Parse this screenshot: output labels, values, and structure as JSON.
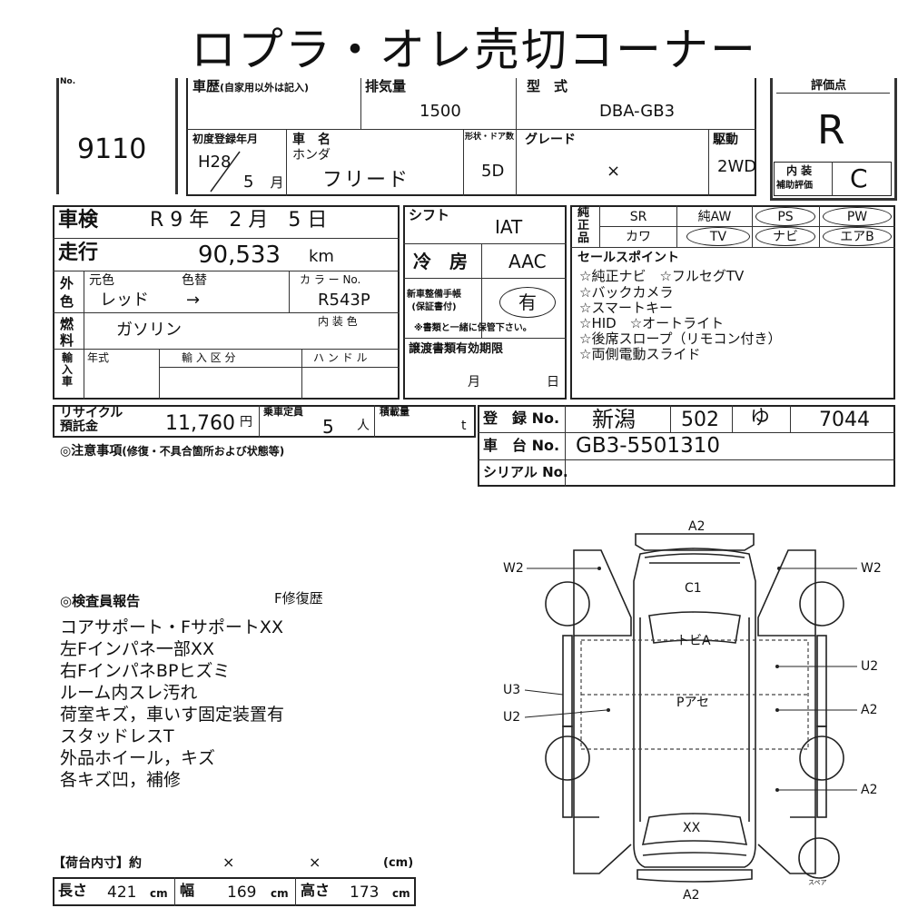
{
  "title": "ロプラ・オレ売切コーナー",
  "no": {
    "label": "No.",
    "value": "9110"
  },
  "history": {
    "label": "車歴",
    "sub": "(自家用以外は記入)"
  },
  "displacement": {
    "label": "排気量",
    "value": "1500"
  },
  "model": {
    "label": "型　式",
    "value": "DBA-GB3"
  },
  "rating": {
    "label": "評価点",
    "value": "R",
    "interior_label1": "内 装",
    "interior_label2": "補助評価",
    "interior_value": "C"
  },
  "first_reg": {
    "label": "初度登録年月",
    "year": "H28",
    "month": "5",
    "month_unit": "月"
  },
  "car_name": {
    "label": "車　名",
    "maker": "ホンダ",
    "name": "フリード"
  },
  "shape": {
    "label": "形状・ドア数",
    "value": "5D"
  },
  "grade": {
    "label": "グレード",
    "value": "×"
  },
  "drive": {
    "label": "駆動",
    "value": "2WD"
  },
  "inspection": {
    "label": "車検",
    "era": "R",
    "year": "9",
    "year_unit": "年",
    "month": "2",
    "month_unit": "月",
    "day": "5",
    "day_unit": "日"
  },
  "shift": {
    "label": "シフト",
    "value": "IAT"
  },
  "equipment": {
    "label1": "純",
    "label2": "正",
    "label3": "品",
    "items": [
      "SR",
      "純AW",
      "PS",
      "PW",
      "カワ",
      "TV",
      "ナビ",
      "エアB"
    ]
  },
  "mileage": {
    "label": "走行",
    "value": "90,533",
    "unit": "km"
  },
  "aircon": {
    "label": "冷　房",
    "value": "AAC"
  },
  "sales_points": {
    "label": "セールスポイント",
    "lines": [
      "☆純正ナビ　☆フルセグTV",
      "☆バックカメラ",
      "☆スマートキー",
      "☆HID　☆オートライト",
      "☆後席スロープ（リモコン付き）",
      "☆両側電動スライド"
    ]
  },
  "color": {
    "label1": "外",
    "label2": "色",
    "orig_label": "元色",
    "change_label": "色替",
    "orig": "レッド",
    "arrow": "→",
    "code_label": "カ ラ ー No.",
    "code": "R543P"
  },
  "manual": {
    "label1": "新車整備手帳",
    "label2": "(保証書付)",
    "value": "有",
    "note": "※書類と一緒に保管下さい。"
  },
  "fuel": {
    "label1": "燃",
    "label2": "料",
    "value": "ガソリン",
    "interior_color_label": "内 装 色"
  },
  "import": {
    "label": "輸入車",
    "year_label": "年式",
    "type_label": "輸 入 区 分",
    "handle_label": "ハ ン ド ル"
  },
  "transfer": {
    "label": "譲渡書類有効期限",
    "month_unit": "月",
    "day_unit": "日"
  },
  "recycle": {
    "label1": "リサイクル",
    "label2": "預託金",
    "value": "11,760",
    "unit": "円"
  },
  "capacity": {
    "label": "乗車定員",
    "value": "5",
    "unit": "人"
  },
  "load": {
    "label": "積載量",
    "unit": "t"
  },
  "registration": {
    "label": "登　録 No.",
    "region": "新潟",
    "class": "502",
    "kana": "ゆ",
    "number": "7044"
  },
  "chassis": {
    "label": "車　台 No.",
    "value": "GB3-5501310"
  },
  "serial": {
    "label": "シリアル No."
  },
  "caution": {
    "label": "◎注意事項",
    "sub": "(修復・不具合箇所および状態等)"
  },
  "inspector": {
    "label": "◎検査員報告",
    "repair": "F修復歴",
    "lines": [
      "コアサポート・FサポートXX",
      "左Fインパネ一部XX",
      "右FインパネBPヒズミ",
      "ルーム内スレ汚れ",
      "荷室キズ，車いす固定装置有",
      "スタッドレスT",
      "外品ホイール，キズ",
      "各キズ凹，補修"
    ]
  },
  "cargo": {
    "label": "【荷台内寸】約",
    "x1": "×",
    "x2": "×",
    "unit_label": "(cm)",
    "length_label": "長さ",
    "length": "421",
    "width_label": "幅",
    "width": "169",
    "height_label": "高さ",
    "height": "173",
    "unit": "cm"
  },
  "diagram": {
    "front": "A2",
    "rear": "A2",
    "hood": "C1",
    "roof": "トビA",
    "floor": "Pアセ",
    "trunk": "XX",
    "left_top": "W2",
    "right_top": "W2",
    "left_u3": "U3",
    "left_u2": "U2",
    "right_u2": "U2",
    "right_a2a": "A2",
    "right_a2b": "A2",
    "spare": "スペア"
  }
}
